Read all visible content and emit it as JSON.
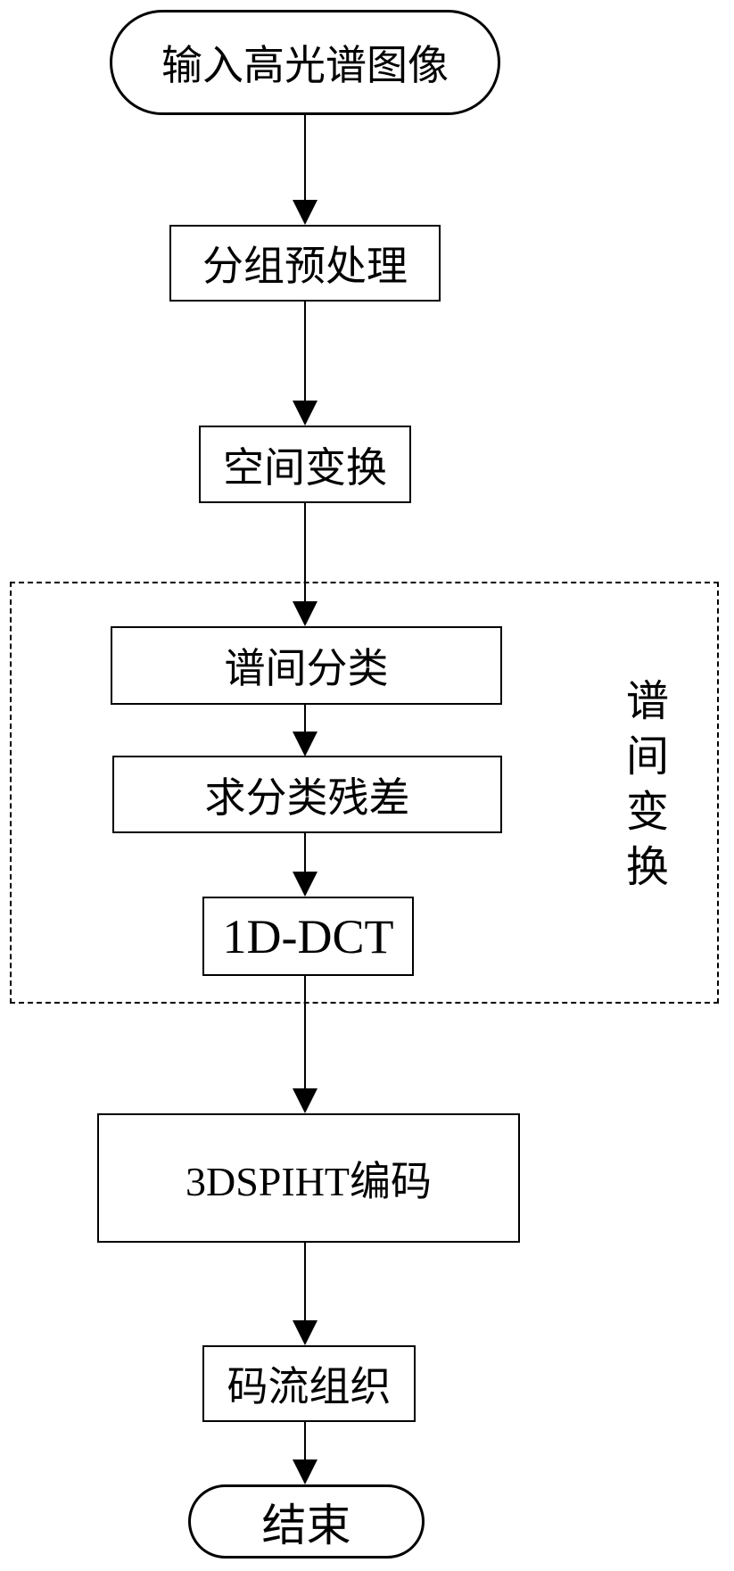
{
  "diagram": {
    "type": "flowchart",
    "nodes": [
      {
        "id": "input-hyperspectral-image",
        "shape": "terminator",
        "label": "输入高光谱图像"
      },
      {
        "id": "grouping-preprocess",
        "shape": "process",
        "label": "分组预处理"
      },
      {
        "id": "spatial-transform",
        "shape": "process",
        "label": "空间变换"
      },
      {
        "id": "interspectral-classification",
        "shape": "process",
        "label": "谱间分类"
      },
      {
        "id": "classification-residual",
        "shape": "process",
        "label": "求分类残差"
      },
      {
        "id": "one-d-dct",
        "shape": "process",
        "label": "1D-DCT"
      },
      {
        "id": "3dspiht-encoding",
        "shape": "process",
        "label": "3DSPIHT编码"
      },
      {
        "id": "bitstream-organization",
        "shape": "process",
        "label": "码流组织"
      },
      {
        "id": "end",
        "shape": "terminator",
        "label": "结束"
      }
    ],
    "group": {
      "label": "谱间变换",
      "border_style": "dashed",
      "contains": [
        "interspectral-classification",
        "classification-residual",
        "one-d-dct"
      ]
    },
    "edges": [
      {
        "from": "input-hyperspectral-image",
        "to": "grouping-preprocess"
      },
      {
        "from": "grouping-preprocess",
        "to": "spatial-transform"
      },
      {
        "from": "spatial-transform",
        "to": "interspectral-classification"
      },
      {
        "from": "interspectral-classification",
        "to": "classification-residual"
      },
      {
        "from": "classification-residual",
        "to": "one-d-dct"
      },
      {
        "from": "one-d-dct",
        "to": "3dspiht-encoding"
      },
      {
        "from": "3dspiht-encoding",
        "to": "bitstream-organization"
      },
      {
        "from": "bitstream-organization",
        "to": "end"
      }
    ],
    "colors": {
      "stroke": "#000000",
      "background": "#ffffff"
    }
  }
}
